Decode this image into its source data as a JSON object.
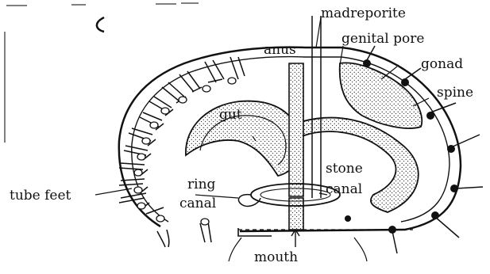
{
  "labels": {
    "madreporite": "madreporite",
    "anus": "anus",
    "genital_pore": "genital pore",
    "gonad": "gonad",
    "spine": "spine",
    "gut": "gut",
    "stone_canal": [
      "stone",
      "canal"
    ],
    "ring_canal": [
      "ring",
      "canal"
    ],
    "tube_feet": "tube feet",
    "mouth": "mouth"
  }
}
